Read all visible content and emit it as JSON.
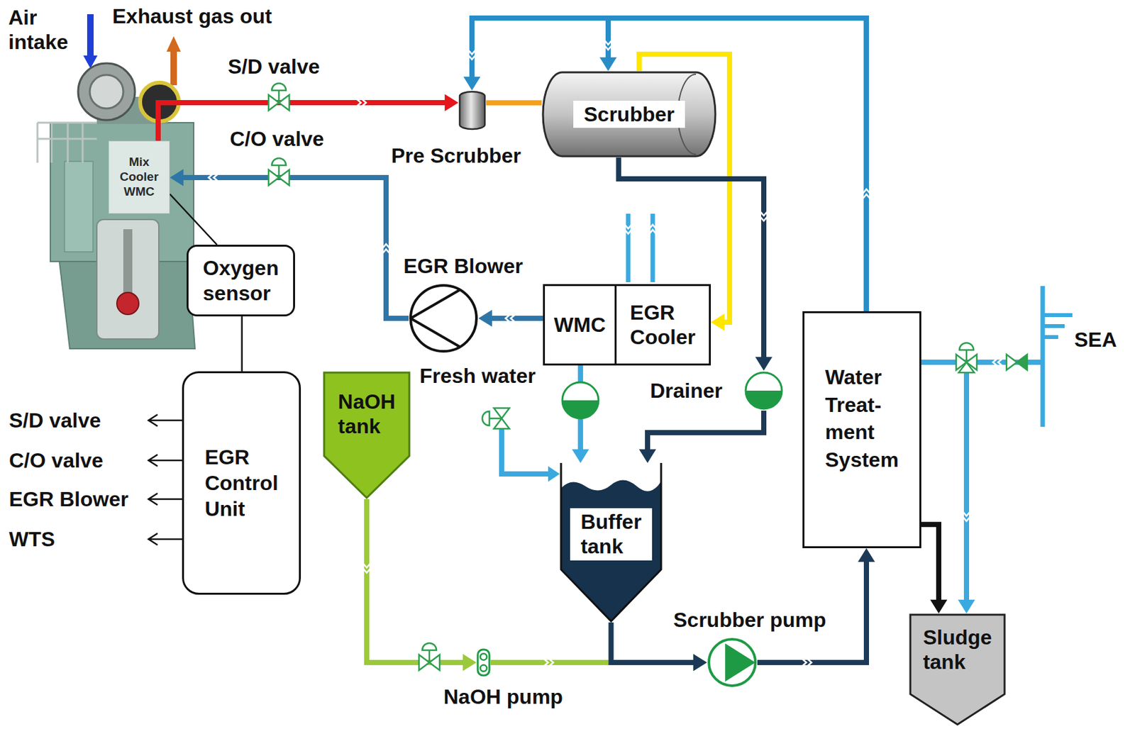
{
  "diagram": {
    "nodes": [
      {
        "text": [
          "Scrubber"
        ]
      },
      {
        "text": [
          "Pre Scrubber"
        ]
      },
      {
        "text": [
          "Mix Cooler WMC"
        ]
      },
      {
        "text": [
          "Oxygen sensor"
        ]
      },
      {
        "text": [
          "EGR Control Unit"
        ]
      },
      {
        "text": [
          "EGR Blower"
        ]
      },
      {
        "text": [
          "WMC"
        ]
      },
      {
        "text": [
          "EGR Cooler"
        ]
      },
      {
        "text": [
          "NaOH tank"
        ]
      },
      {
        "text": [
          "Buffer tank"
        ]
      },
      {
        "text": [
          "Water Treat- ment System"
        ]
      },
      {
        "text": [
          "Sludge tank"
        ]
      },
      {
        "text": [
          "Scrubber pump"
        ]
      },
      {
        "text": [
          "NaOH pump"
        ]
      },
      {
        "text": [
          "Drainer"
        ]
      },
      {
        "text": [
          "SEA"
        ]
      }
    ],
    "edges": [
      {
        "from": 2,
        "to": 1,
        "arrow": "to"
      },
      {
        "from": 1,
        "to": 0,
        "arrow": "none"
      },
      {
        "from": 0,
        "to": 7,
        "arrow": "to"
      },
      {
        "from": 0,
        "to": 14,
        "arrow": "to"
      },
      {
        "from": 14,
        "to": 9,
        "arrow": "to"
      },
      {
        "from": 6,
        "to": 9,
        "arrow": "to"
      },
      {
        "from": 6,
        "to": 5,
        "arrow": "to"
      },
      {
        "from": 5,
        "to": 2,
        "arrow": "to"
      },
      {
        "from": 3,
        "to": 2,
        "arrow": "none"
      },
      {
        "from": 3,
        "to": 4,
        "arrow": "none"
      },
      {
        "from": 9,
        "to": 12,
        "arrow": "to"
      },
      {
        "from": 8,
        "to": 13,
        "arrow": "to"
      },
      {
        "from": 13,
        "to": 12,
        "arrow": "to"
      },
      {
        "from": 12,
        "to": 10,
        "arrow": "to"
      },
      {
        "from": 10,
        "to": 11,
        "arrow": "to"
      },
      {
        "from": 10,
        "to": 1,
        "arrow": "to"
      },
      {
        "from": 10,
        "to": 0,
        "arrow": "to"
      },
      {
        "from": 15,
        "to": 10,
        "arrow": "none"
      },
      {
        "from": 15,
        "to": 11,
        "arrow": "to"
      }
    ],
    "labels": [
      "Air intake",
      "Exhaust gas out",
      "S/D valve",
      "C/O valve",
      "Fresh water",
      "S/D valve",
      "C/O valve",
      "EGR Blower",
      "WTS"
    ]
  }
}
